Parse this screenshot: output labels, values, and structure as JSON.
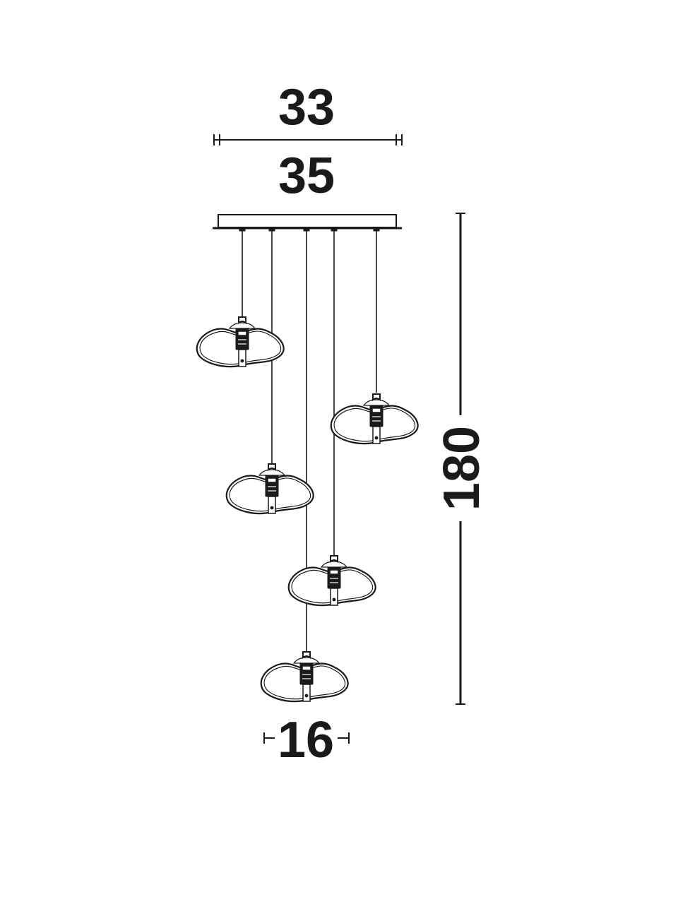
{
  "drawing": {
    "width_top": "33",
    "width_base": "35",
    "height": "180",
    "shade_diameter": "16",
    "pendant_count": 5
  },
  "colors": {
    "ink": "#1a1a1a",
    "background": "#ffffff"
  }
}
